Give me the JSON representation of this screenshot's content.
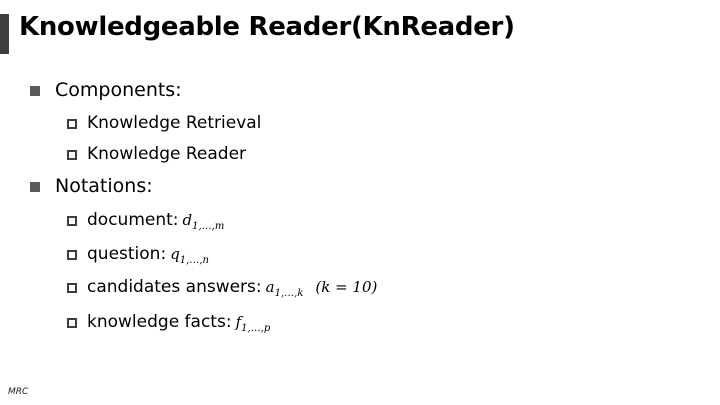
{
  "slide": {
    "title": "Knowledgeable Reader(KnReader)",
    "footer": "MRC"
  },
  "bullets": [
    {
      "label": "Components:",
      "sub": [
        {
          "text": "Knowledge Retrieval"
        },
        {
          "text": "Knowledge Reader"
        }
      ]
    },
    {
      "label": "Notations:",
      "sub": [
        {
          "text": "document:",
          "math_var": "d",
          "math_sub": "1,…,m"
        },
        {
          "text": "question:",
          "math_var": "q",
          "math_sub": "1,…,n"
        },
        {
          "text": "candidates answers:",
          "math_var": "a",
          "math_sub": "1,…,k",
          "math_extra": "(k = 10)"
        },
        {
          "text": "knowledge facts:",
          "math_var": "f",
          "math_sub": "1,…,p"
        }
      ]
    }
  ]
}
